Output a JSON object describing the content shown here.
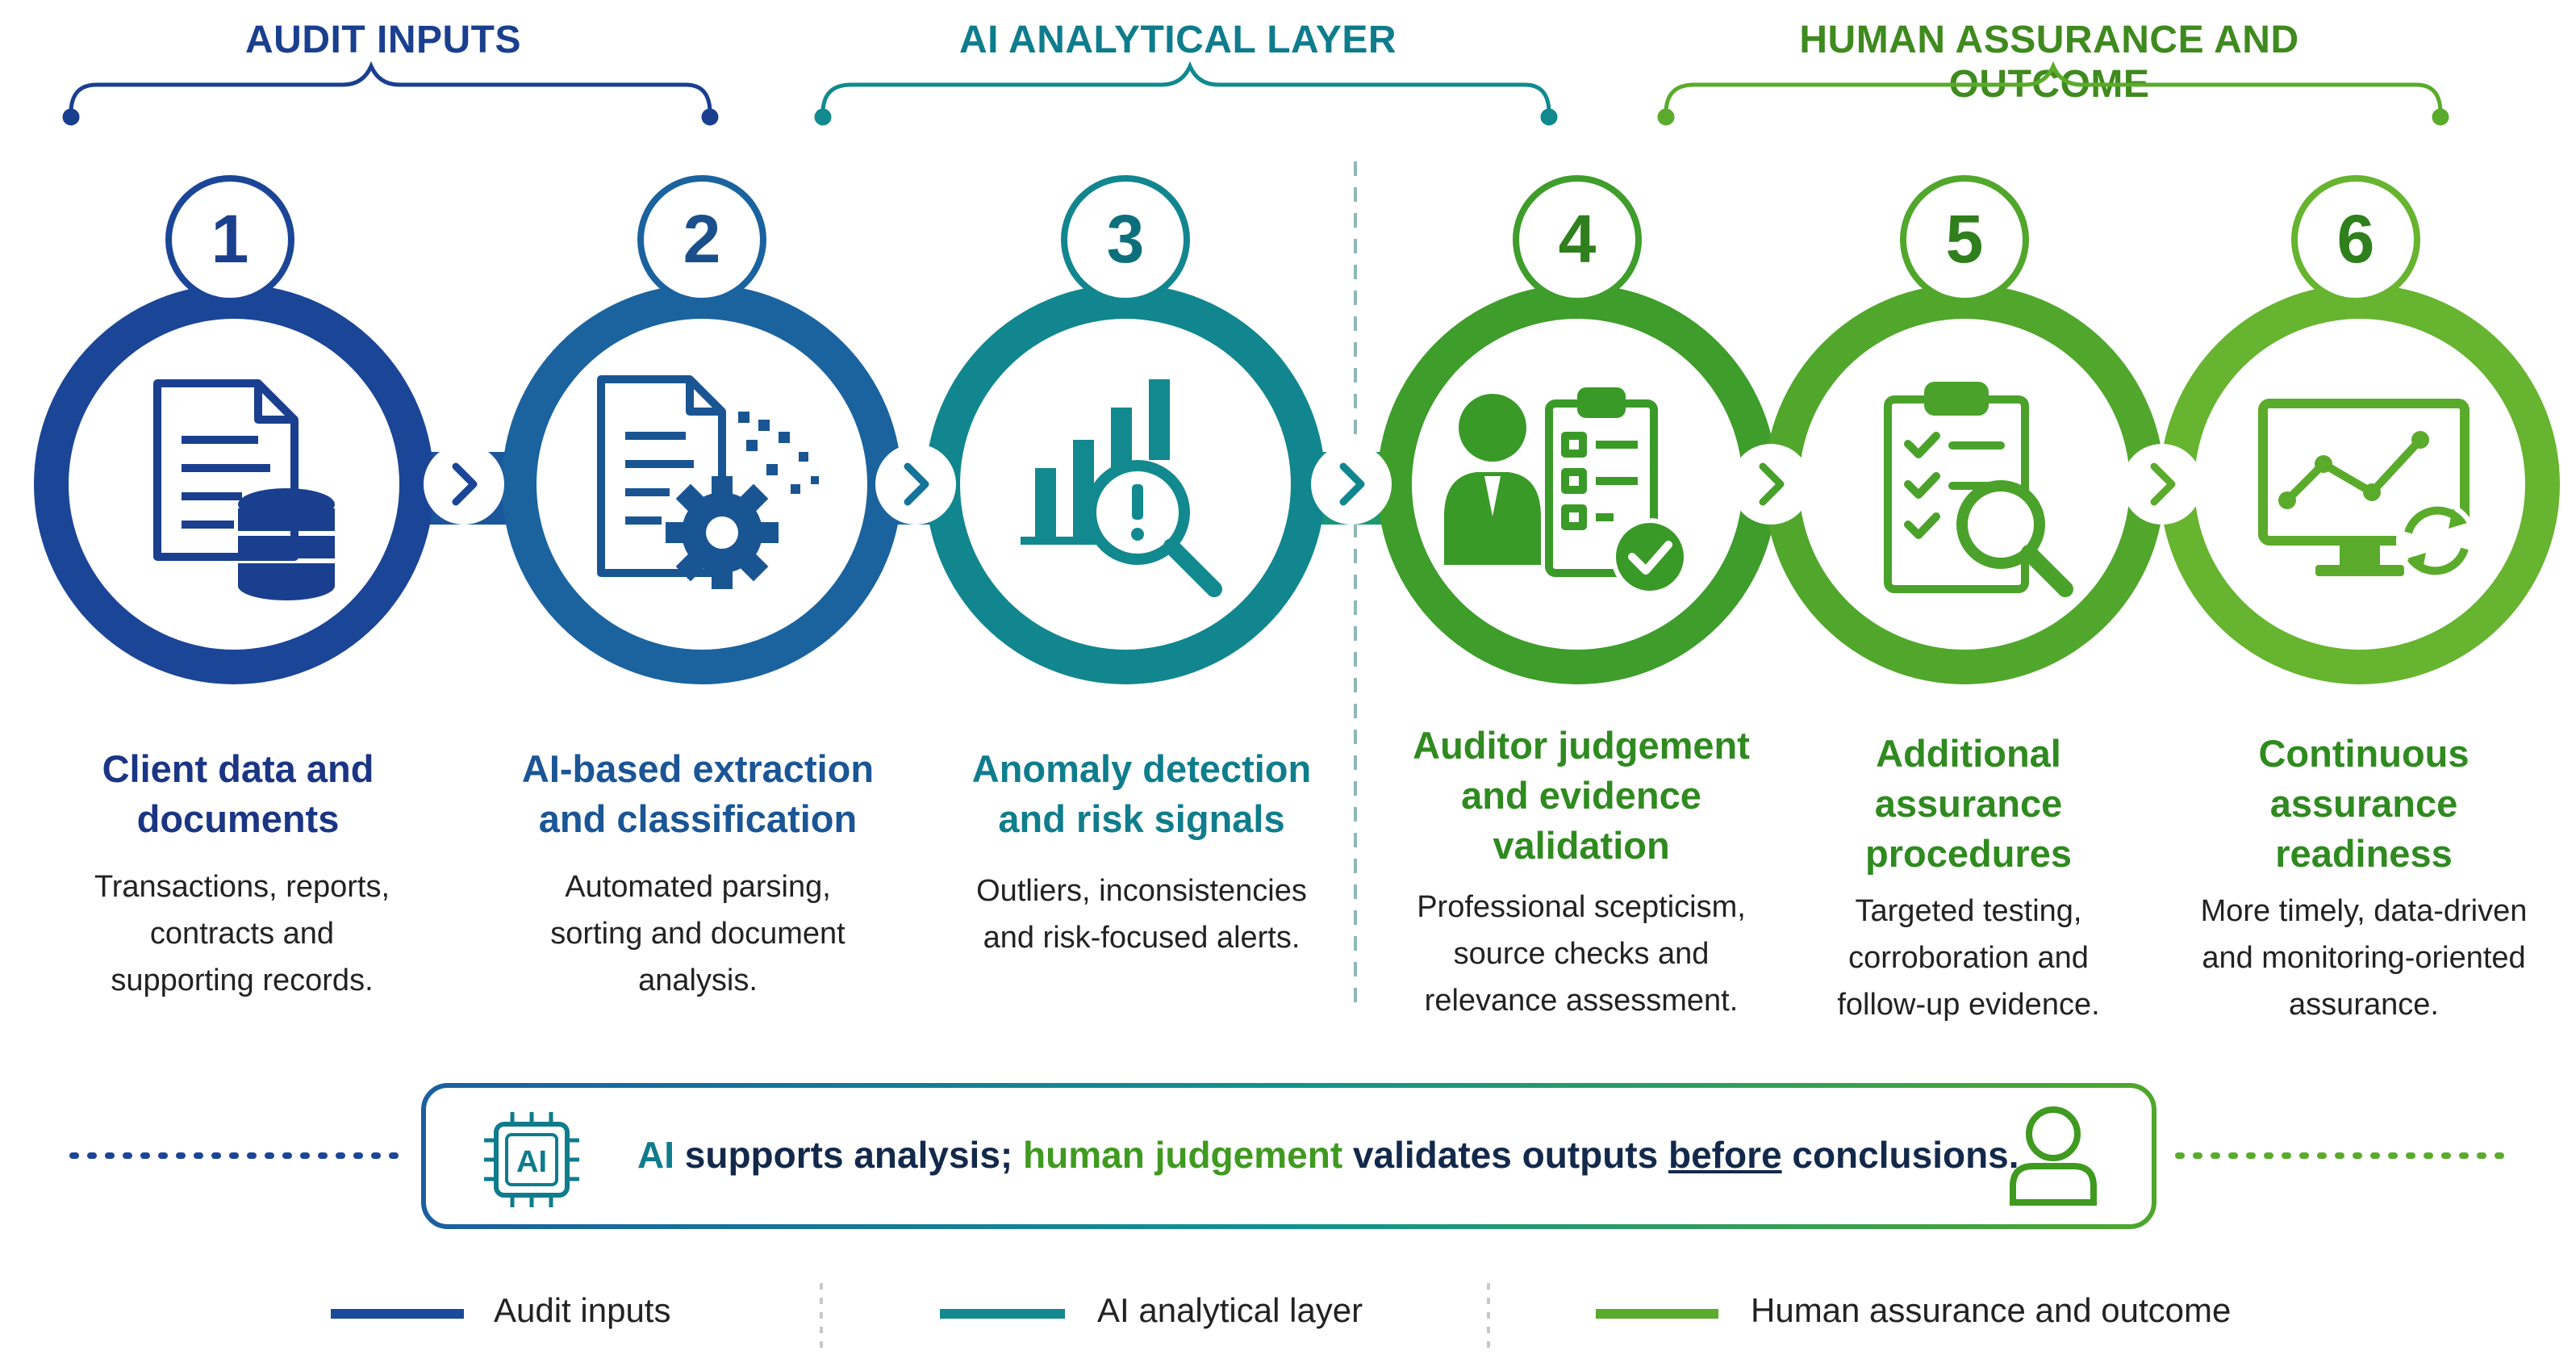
{
  "groups": [
    {
      "label": "AUDIT INPUTS",
      "color": "#1a3f8f"
    },
    {
      "label": "AI ANALYTICAL LAYER",
      "color": "#0e7c8c"
    },
    {
      "label": "HUMAN ASSURANCE AND OUTCOME",
      "color": "#3f8a1e"
    }
  ],
  "steps": [
    {
      "number": "1",
      "title_line1": "Client data and",
      "title_line2": "documents",
      "title_line3": "",
      "desc_line1": "Transactions, reports,",
      "desc_line2": "contracts and",
      "desc_line3": "supporting records.",
      "icon": "document-database-icon",
      "color": "#1a4a9c"
    },
    {
      "number": "2",
      "title_line1": "AI-based extraction",
      "title_line2": "and classification",
      "title_line3": "",
      "desc_line1": "Automated parsing,",
      "desc_line2": "sorting and document",
      "desc_line3": "analysis.",
      "icon": "document-gear-icon",
      "color": "#1a6a9a"
    },
    {
      "number": "3",
      "title_line1": "Anomaly detection",
      "title_line2": "and risk signals",
      "title_line3": "",
      "desc_line1": "Outliers, inconsistencies",
      "desc_line2": "and risk-focused alerts.",
      "desc_line3": "",
      "icon": "chart-magnifier-alert-icon",
      "color": "#12898f"
    },
    {
      "number": "4",
      "title_line1": "Auditor judgement",
      "title_line2": "and evidence",
      "title_line3": "validation",
      "desc_line1": "Professional scepticism,",
      "desc_line2": "source checks and",
      "desc_line3": "relevance assessment.",
      "icon": "auditor-checklist-icon",
      "color": "#3d9a2a"
    },
    {
      "number": "5",
      "title_line1": "Additional",
      "title_line2": "assurance",
      "title_line3": "procedures",
      "desc_line1": "Targeted testing,",
      "desc_line2": "corroboration and",
      "desc_line3": "follow-up evidence.",
      "icon": "clipboard-magnifier-icon",
      "color": "#4fa72b"
    },
    {
      "number": "6",
      "title_line1": "Continuous",
      "title_line2": "assurance",
      "title_line3": "readiness",
      "desc_line1": "More timely, data-driven",
      "desc_line2": "and monitoring-oriented",
      "desc_line3": "assurance.",
      "icon": "monitor-trend-refresh-icon",
      "color": "#64b22e"
    }
  ],
  "banner": {
    "chip_label": "AI",
    "part1": "AI",
    "part2": " supports analysis; ",
    "part3": "human judgement",
    "part4": " validates outputs ",
    "part5": "before",
    "part6": " conclusions.",
    "chip_icon": "ai-chip-icon",
    "person_icon": "person-icon"
  },
  "legend": [
    {
      "label": "Audit inputs",
      "color": "#1a4a9c"
    },
    {
      "label": "AI analytical layer",
      "color": "#12898f"
    },
    {
      "label": "Human assurance and outcome",
      "color": "#5aab2b"
    }
  ]
}
